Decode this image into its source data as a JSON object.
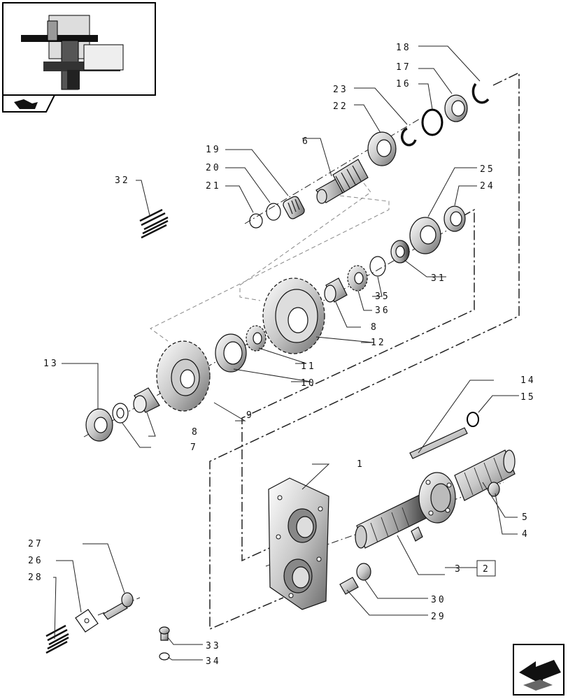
{
  "diagram": {
    "callouts": {
      "c1": "1",
      "c2": "2",
      "c3": "3",
      "c4": "4",
      "c5": "5",
      "c6": "6",
      "c7": "7",
      "c8a": "8",
      "c8b": "8",
      "c9": "9",
      "c10": "10",
      "c11": "11",
      "c12": "12",
      "c13": "13",
      "c14": "14",
      "c15": "15",
      "c16": "16",
      "c17": "17",
      "c18": "18",
      "c19": "19",
      "c20": "20",
      "c21": "21",
      "c22": "22",
      "c23": "23",
      "c24": "24",
      "c25": "25",
      "c26": "26",
      "c27": "27",
      "c28": "28",
      "c29": "29",
      "c30": "30",
      "c31": "31",
      "c32": "32",
      "c33": "33",
      "c34": "34",
      "c35": "35",
      "c36": "36"
    }
  },
  "icons": {
    "thumbnail": "assembly-thumbnail-icon",
    "book": "catalog-book-icon",
    "nav": "next-page-arrow-icon"
  }
}
